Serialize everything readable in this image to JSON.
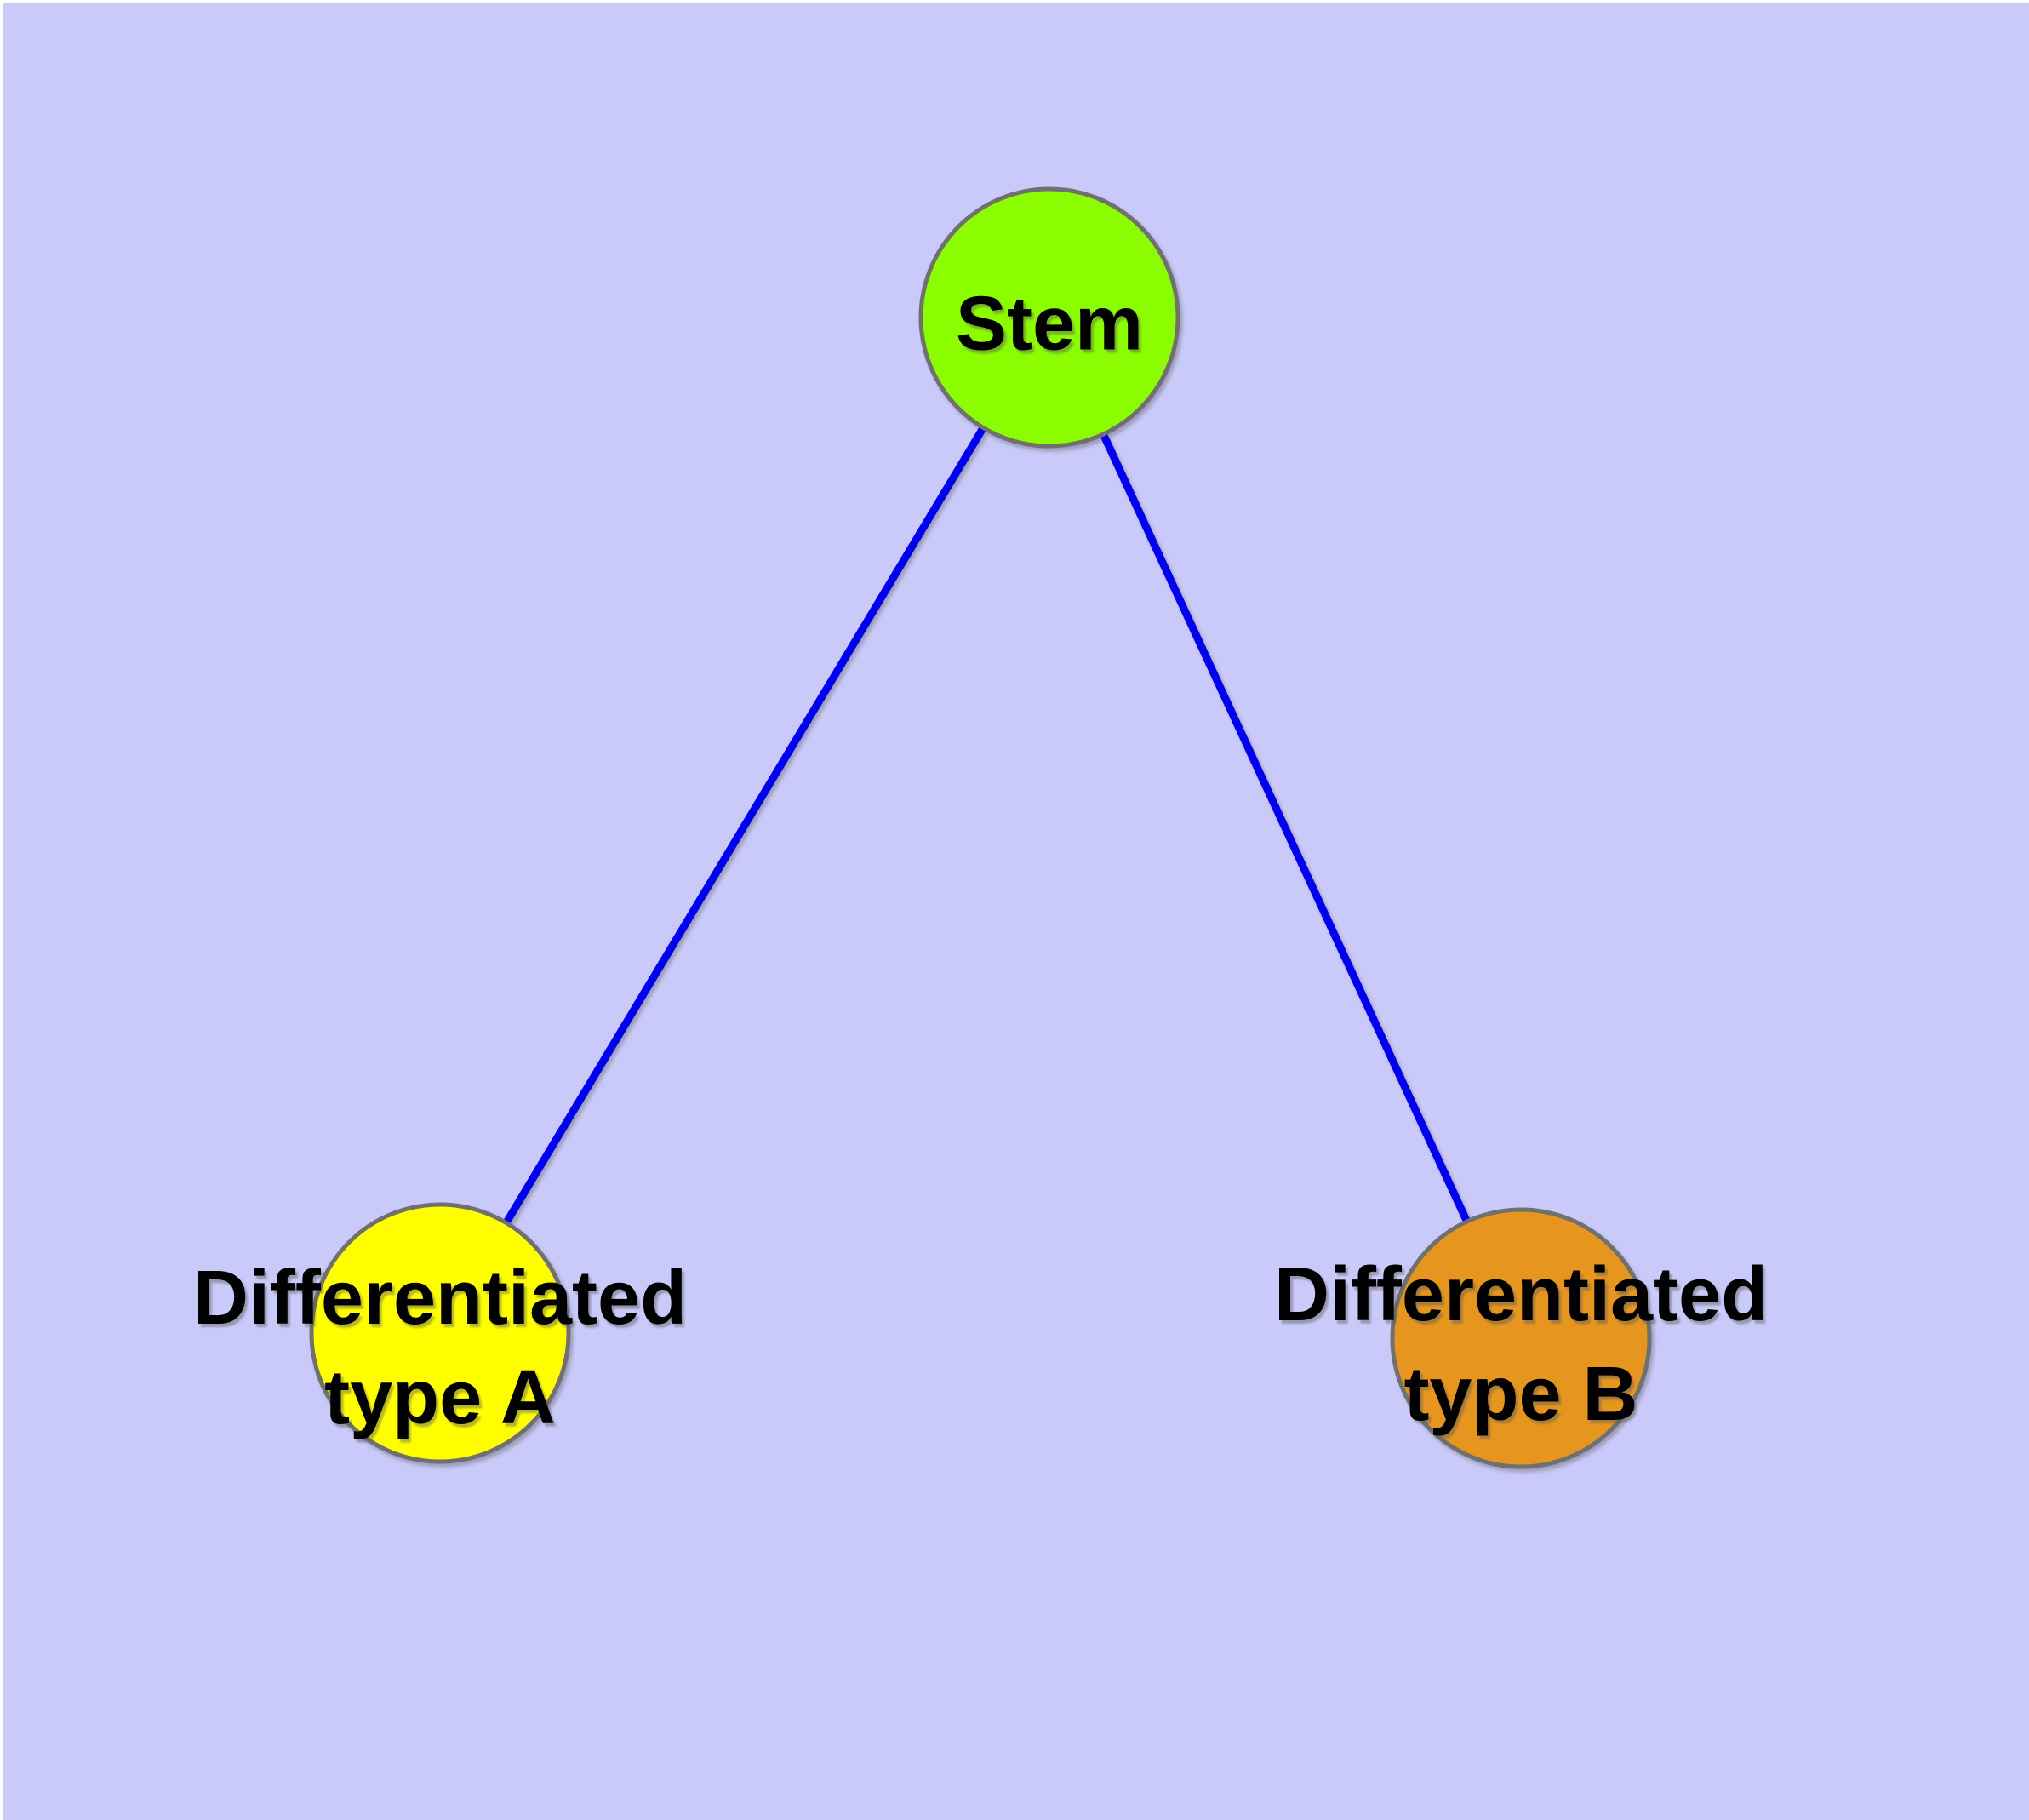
{
  "diagram": {
    "background_color": "#CACAFA",
    "edge_color": "#0000EE",
    "node_border_color": "#707070",
    "label_color": "#000000",
    "nodes": [
      {
        "id": "stem",
        "label": "Stem",
        "color": "#8CFC00"
      },
      {
        "id": "differentiated-type-a",
        "label_line1": "Differentiated",
        "label_line2": "type A",
        "color": "#FFFF00"
      },
      {
        "id": "differentiated-type-b",
        "label_line1": "Differentiated",
        "label_line2": "type B",
        "color": "#E6961F"
      }
    ],
    "edges": [
      {
        "from": "Stem",
        "to": "Differentiated type A"
      },
      {
        "from": "Stem",
        "to": "Differentiated type B"
      }
    ]
  }
}
